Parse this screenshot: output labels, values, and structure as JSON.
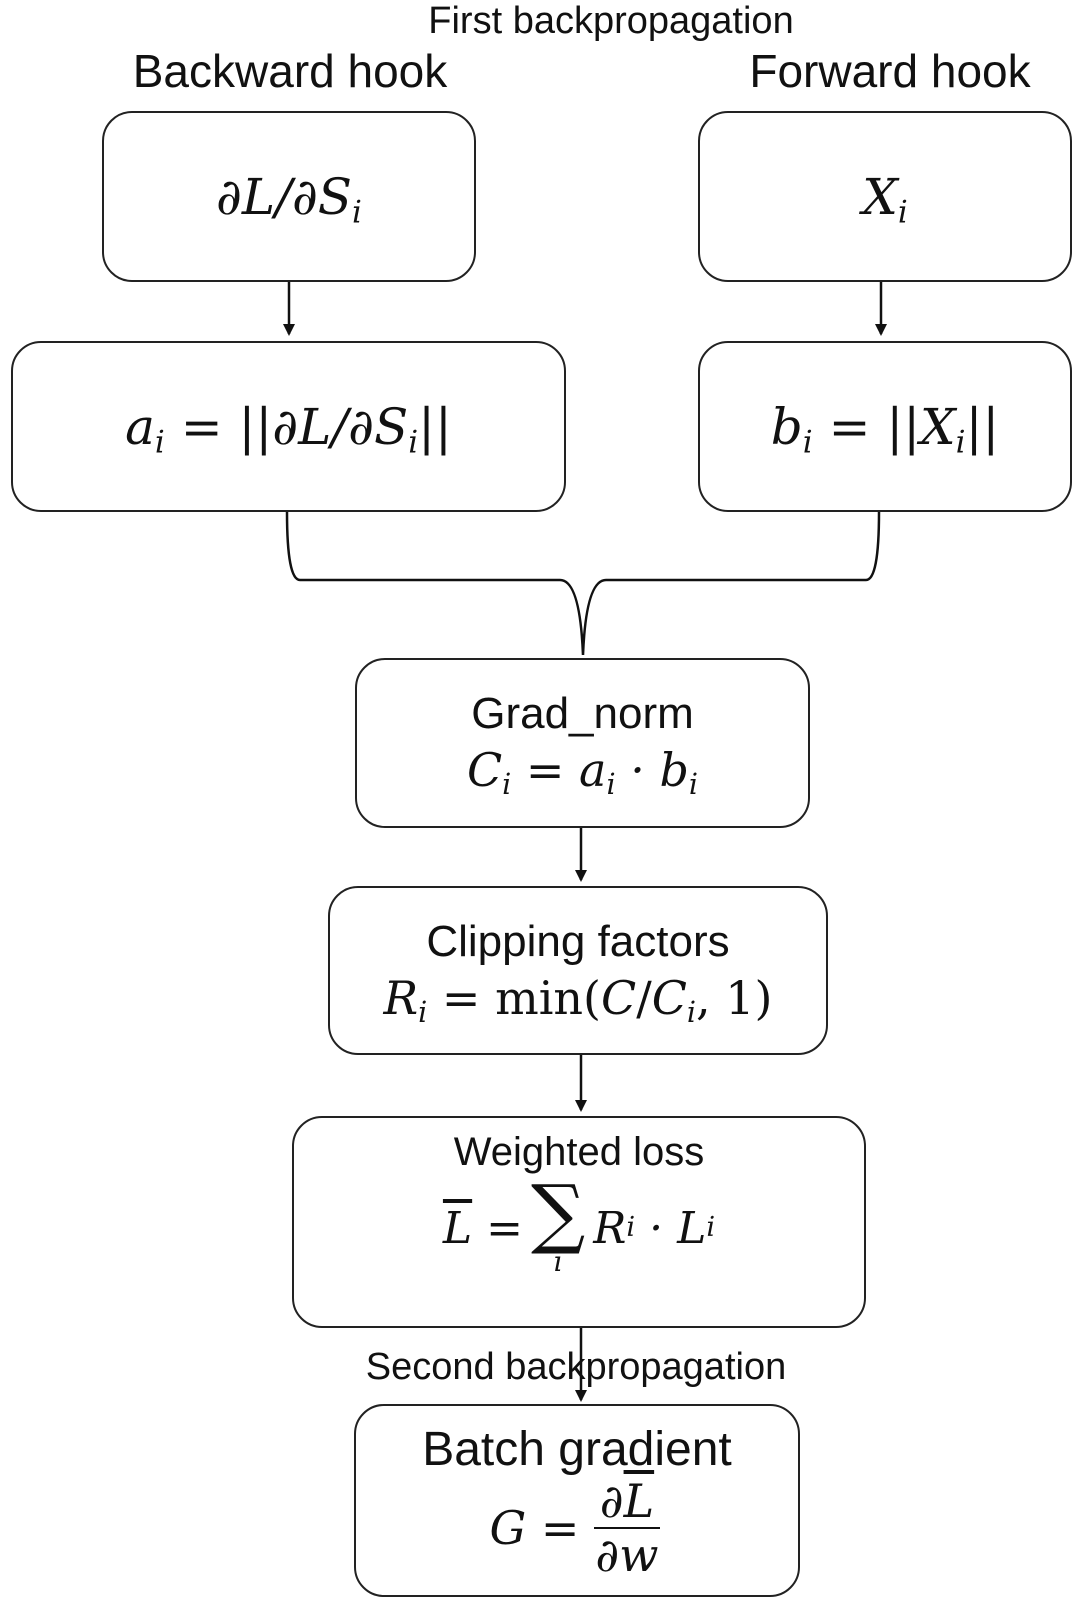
{
  "labels": {
    "first_backprop": "First backpropagation",
    "backward_hook": "Backward hook",
    "forward_hook": "Forward hook",
    "second_backprop": "Second backpropagation"
  },
  "nodes": {
    "dl_ds": {
      "num": "∂L",
      "den": "∂S",
      "sub": "i"
    },
    "x_i": {
      "var": "X",
      "sub": "i"
    },
    "a_i": {
      "lhs": "a",
      "sub": "i",
      "rhs_prefix": "||∂L/∂S",
      "rhs_suffix": "||"
    },
    "b_i": {
      "lhs": "b",
      "sub": "i",
      "rhs_prefix": "||X",
      "rhs_suffix": "||"
    },
    "grad_norm": {
      "title": "Grad_norm",
      "formula": "C_i = a_i · b_i"
    },
    "clipping": {
      "title": "Clipping factors",
      "formula": "R_i = min(C/C_i, 1)"
    },
    "weighted_loss": {
      "title": "Weighted loss",
      "formula": "L̄ = Σ_i R_i · L_i"
    },
    "batch_gradient": {
      "title": "Batch gradient",
      "formula": "G = ∂L̄/∂w"
    }
  }
}
